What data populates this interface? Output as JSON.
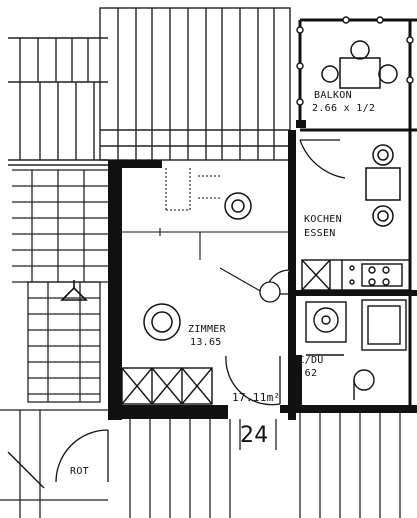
{
  "labels": {
    "balkon_name": "BALKON",
    "balkon_size": "2.66 x 1/2",
    "kochen": "KOCHEN",
    "essen": "ESSEN",
    "zimmer_name": "ZIMMER",
    "zimmer_area": "13.65",
    "wc_name": "WC/DU",
    "wc_area": "2.62",
    "total_area": "17.11m²",
    "unit_number": "24",
    "rot": "ROT"
  }
}
